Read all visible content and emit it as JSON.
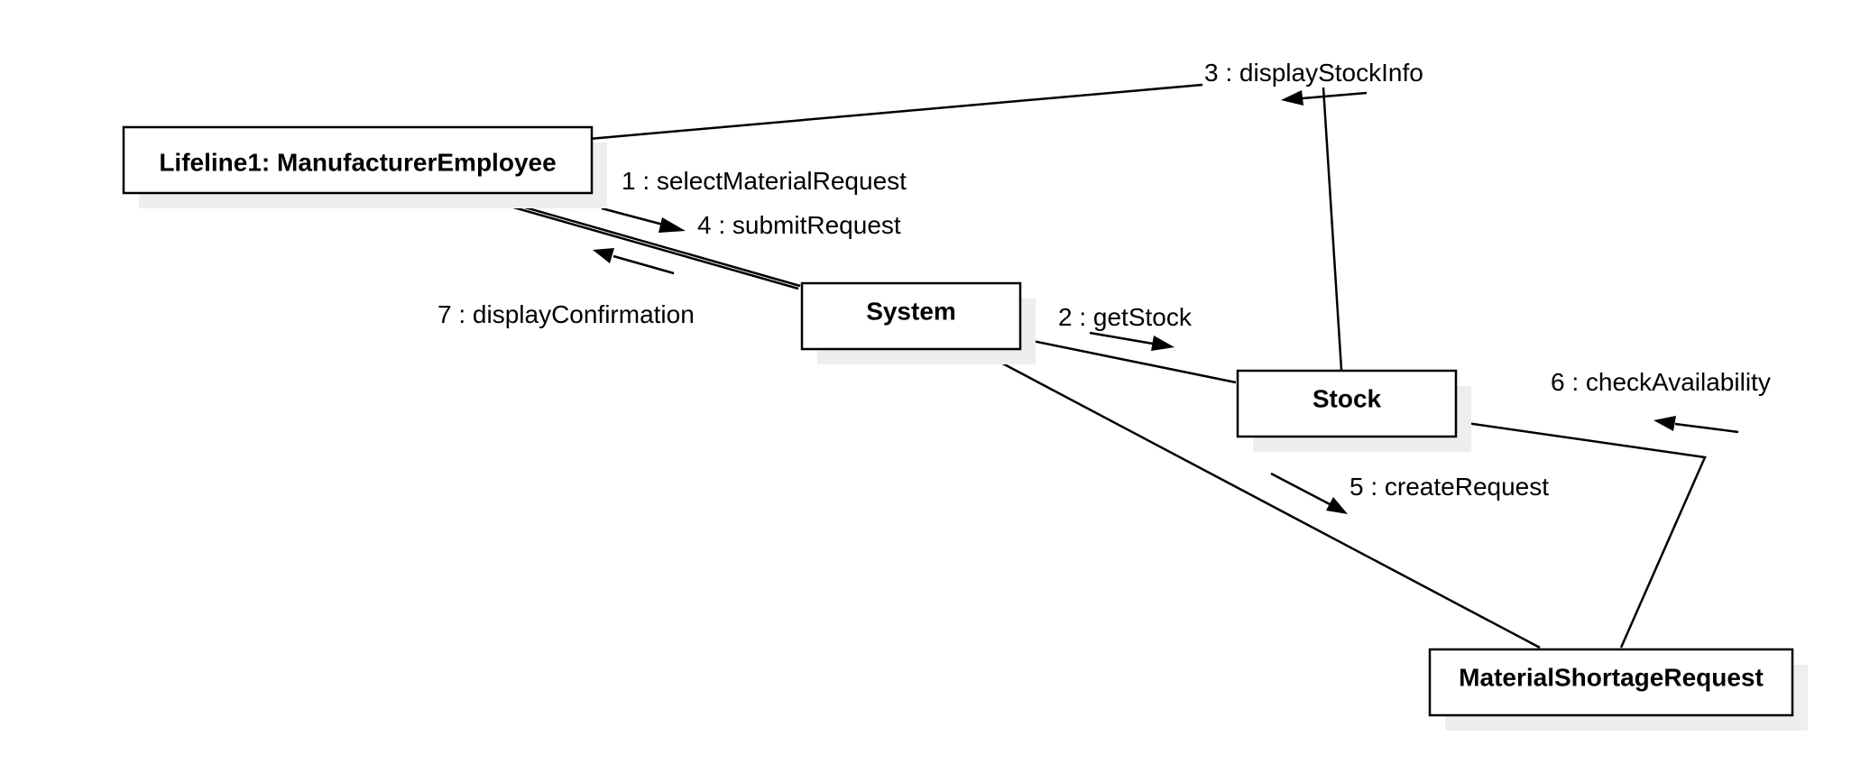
{
  "objects": {
    "employee": "Lifeline1: ManufacturerEmployee",
    "system": "System",
    "stock": "Stock",
    "shortage": "MaterialShortageRequest"
  },
  "messages": {
    "m1": "1 : selectMaterialRequest",
    "m2": "2 : getStock",
    "m3": "3 : displayStockInfo",
    "m4": "4 : submitRequest",
    "m5": "5 : createRequest",
    "m6": "6 : checkAvailability",
    "m7": "7 : displayConfirmation"
  },
  "colors": {
    "stroke": "#000000",
    "shadow": "#eeeeee",
    "box_fill": "#ffffff"
  }
}
